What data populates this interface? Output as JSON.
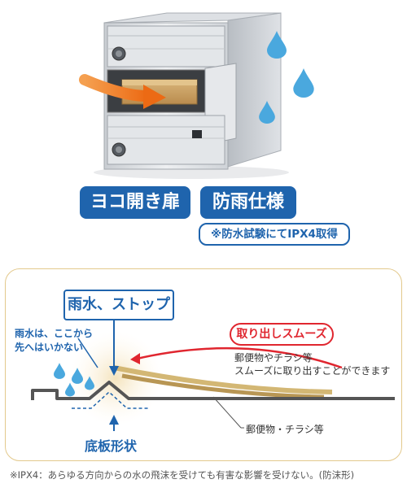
{
  "product": {
    "features": [
      "ヨコ開き扉",
      "防雨仕様"
    ],
    "test_note": "※防水試験にてIPX4取得"
  },
  "diagram": {
    "stop_label": "雨水、ストップ",
    "rain_note_lines": [
      "雨水は、ここから",
      "先へはいかない"
    ],
    "smooth_label": "取り出しスムーズ",
    "smooth_desc_lines": [
      "郵便物やチラシ等",
      "スムーズに取り出すことができます"
    ],
    "mail_label": "郵便物・チラシ等",
    "bottom_label": "底板形状"
  },
  "footer": {
    "ipx4_note": "※IPX4：あらゆる方向からの水の飛沫を受けても有害な影響を受けない。(防沫形)"
  },
  "colors": {
    "brand_blue": "#1f64ad",
    "accent_red": "#e0262f",
    "arrow_orange": "#f07d22",
    "rain_blue": "#4aa8de"
  }
}
